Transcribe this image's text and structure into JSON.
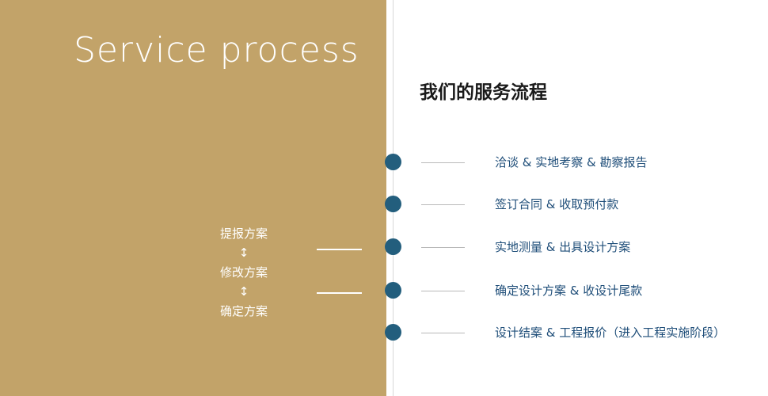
{
  "left_panel": {
    "title": "Service process",
    "plan_steps": [
      "提报方案",
      "修改方案",
      "确定方案"
    ],
    "arrow": "↕"
  },
  "right_panel": {
    "heading": "我们的服务流程",
    "steps": [
      "洽谈 & 实地考察 & 勘察报告",
      "签订合同 & 收取预付款",
      "实地测量 & 出具设计方案",
      "确定设计方案 & 收设计尾款",
      "设计结案 & 工程报价（进入工程实施阶段）"
    ]
  },
  "colors": {
    "panel_background": "#c2a369",
    "dot": "#235e7d",
    "step_text": "#1f4e79",
    "heading_text": "#1a1a1a",
    "connector_line": "#b9b9b9",
    "divider": "#d8d8d8"
  }
}
